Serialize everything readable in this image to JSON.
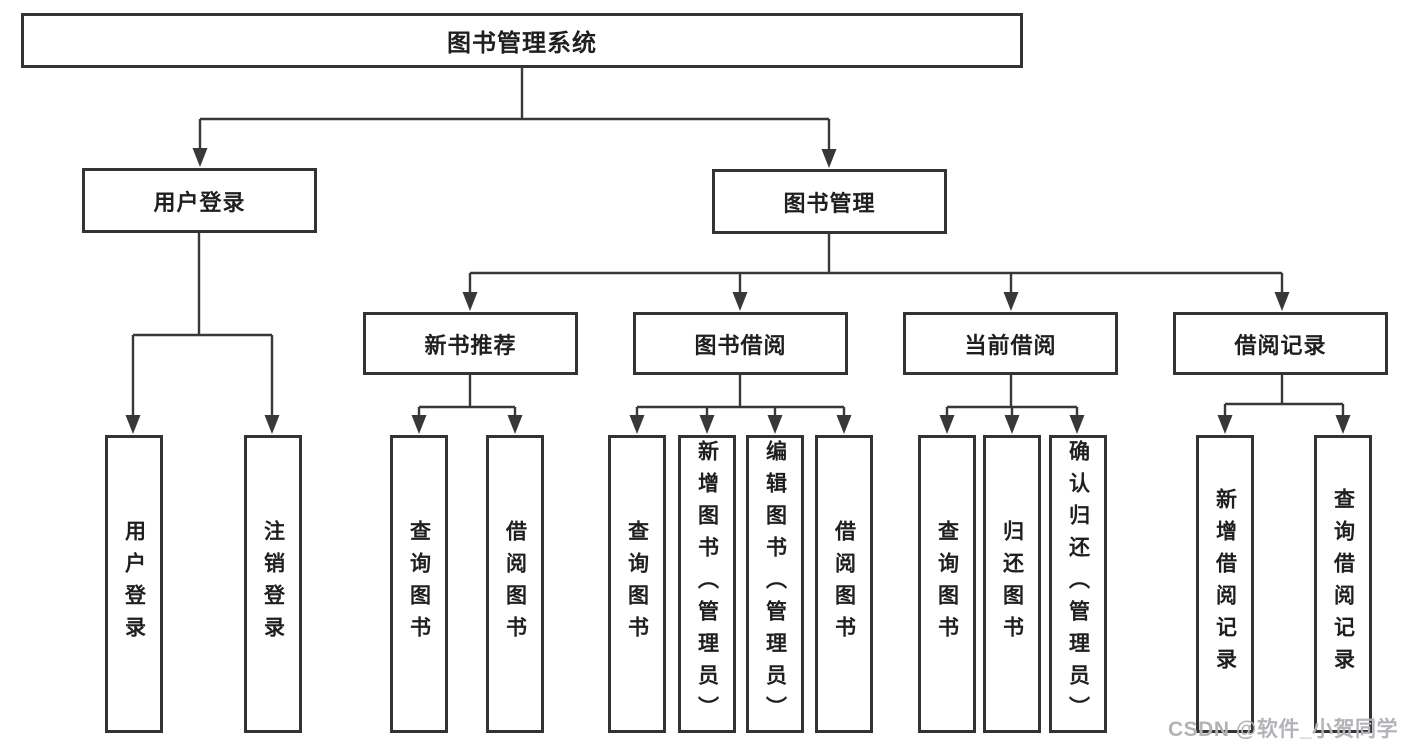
{
  "tree": {
    "root": "图书管理系统",
    "user_login": {
      "label": "用户登录",
      "children": [
        "用户登录",
        "注销登录"
      ]
    },
    "book_management": {
      "label": "图书管理",
      "modules": [
        {
          "label": "新书推荐",
          "children": [
            "查询图书",
            "借阅图书"
          ]
        },
        {
          "label": "图书借阅",
          "children": [
            "查询图书",
            "新增图书（管理员）",
            "编辑图书（管理员）",
            "借阅图书"
          ]
        },
        {
          "label": "当前借阅",
          "children": [
            "查询图书",
            "归还图书",
            "确认归还（管理员）"
          ]
        },
        {
          "label": "借阅记录",
          "children": [
            "新增借阅记录",
            "查询借阅记录"
          ]
        }
      ]
    }
  },
  "watermark": "CSDN @软件_小贺同学",
  "colors": {
    "line": "#383838",
    "box_border": "#333333",
    "text": "#1f1f1f",
    "watermark": "#b4b4b8",
    "background": "#ffffff"
  }
}
